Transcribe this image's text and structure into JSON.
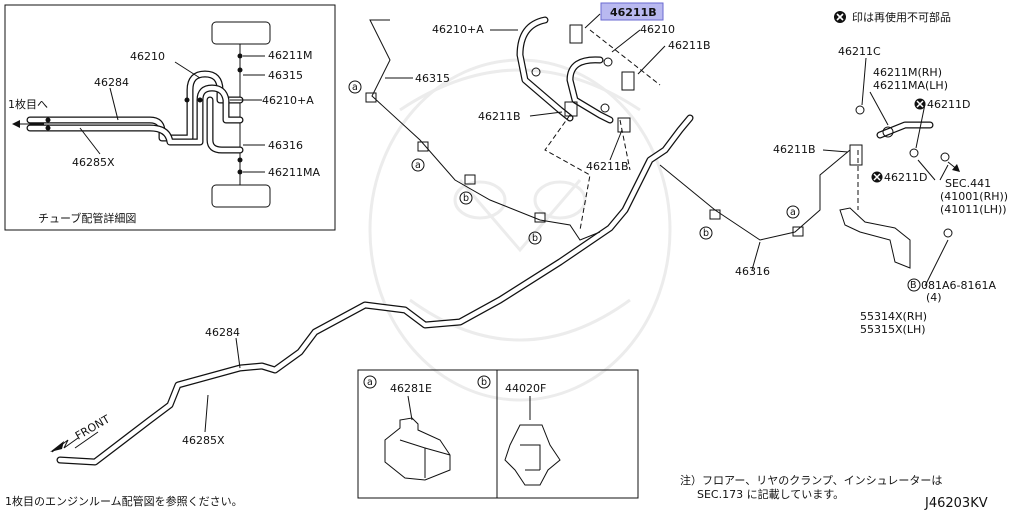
{
  "notice": "印は再使用不可部品",
  "diagram_code": "J46203KV",
  "footnote_left": "1枚目のエンジンルーム配管図を参照ください。",
  "footnote_right": {
    "line1": "注）フロアー、リヤのクランプ、インシュレーターは",
    "line2": "SEC.173 に記載しています。"
  },
  "inset": {
    "caption": "チューブ配管詳細図",
    "arrow_text": "1枚目へ",
    "labels": {
      "p46210": "46210",
      "p46211M": "46211M",
      "p46315": "46315",
      "p46210A": "46210+A",
      "p46284": "46284",
      "p46285X": "46285X",
      "p46316": "46316",
      "p46211MA": "46211MA"
    }
  },
  "main_labels": {
    "p46210A": "46210+A",
    "p46211B_highlight": "46211B",
    "p46210": "46210",
    "p46211B_1": "46211B",
    "p46315": "46315",
    "p46211B_2": "46211B",
    "p46211B_3": "46211B",
    "p46284": "46284",
    "p46285X": "46285X",
    "front": "FRONT",
    "p46316": "46316",
    "p46211C": "46211C",
    "p46211M_RH": "46211M(RH)",
    "p46211MA_LH": "46211MA(LH)",
    "p46211D_1": "46211D",
    "p46211B_4": "46211B",
    "p46211D_2": "46211D",
    "sec441": "SEC.441",
    "p41001": "(41001(RH))",
    "p41011": "(41011(LH))",
    "bolt": "081A6-8161A",
    "bolt_qty": "(4)",
    "p55314X": "55314X(RH)",
    "p55315X": "55315X(LH)",
    "bolt_marker": "B"
  },
  "markers": {
    "a": "a",
    "b": "b"
  },
  "parts_box": {
    "a_part": "46281E",
    "b_part": "44020F"
  }
}
